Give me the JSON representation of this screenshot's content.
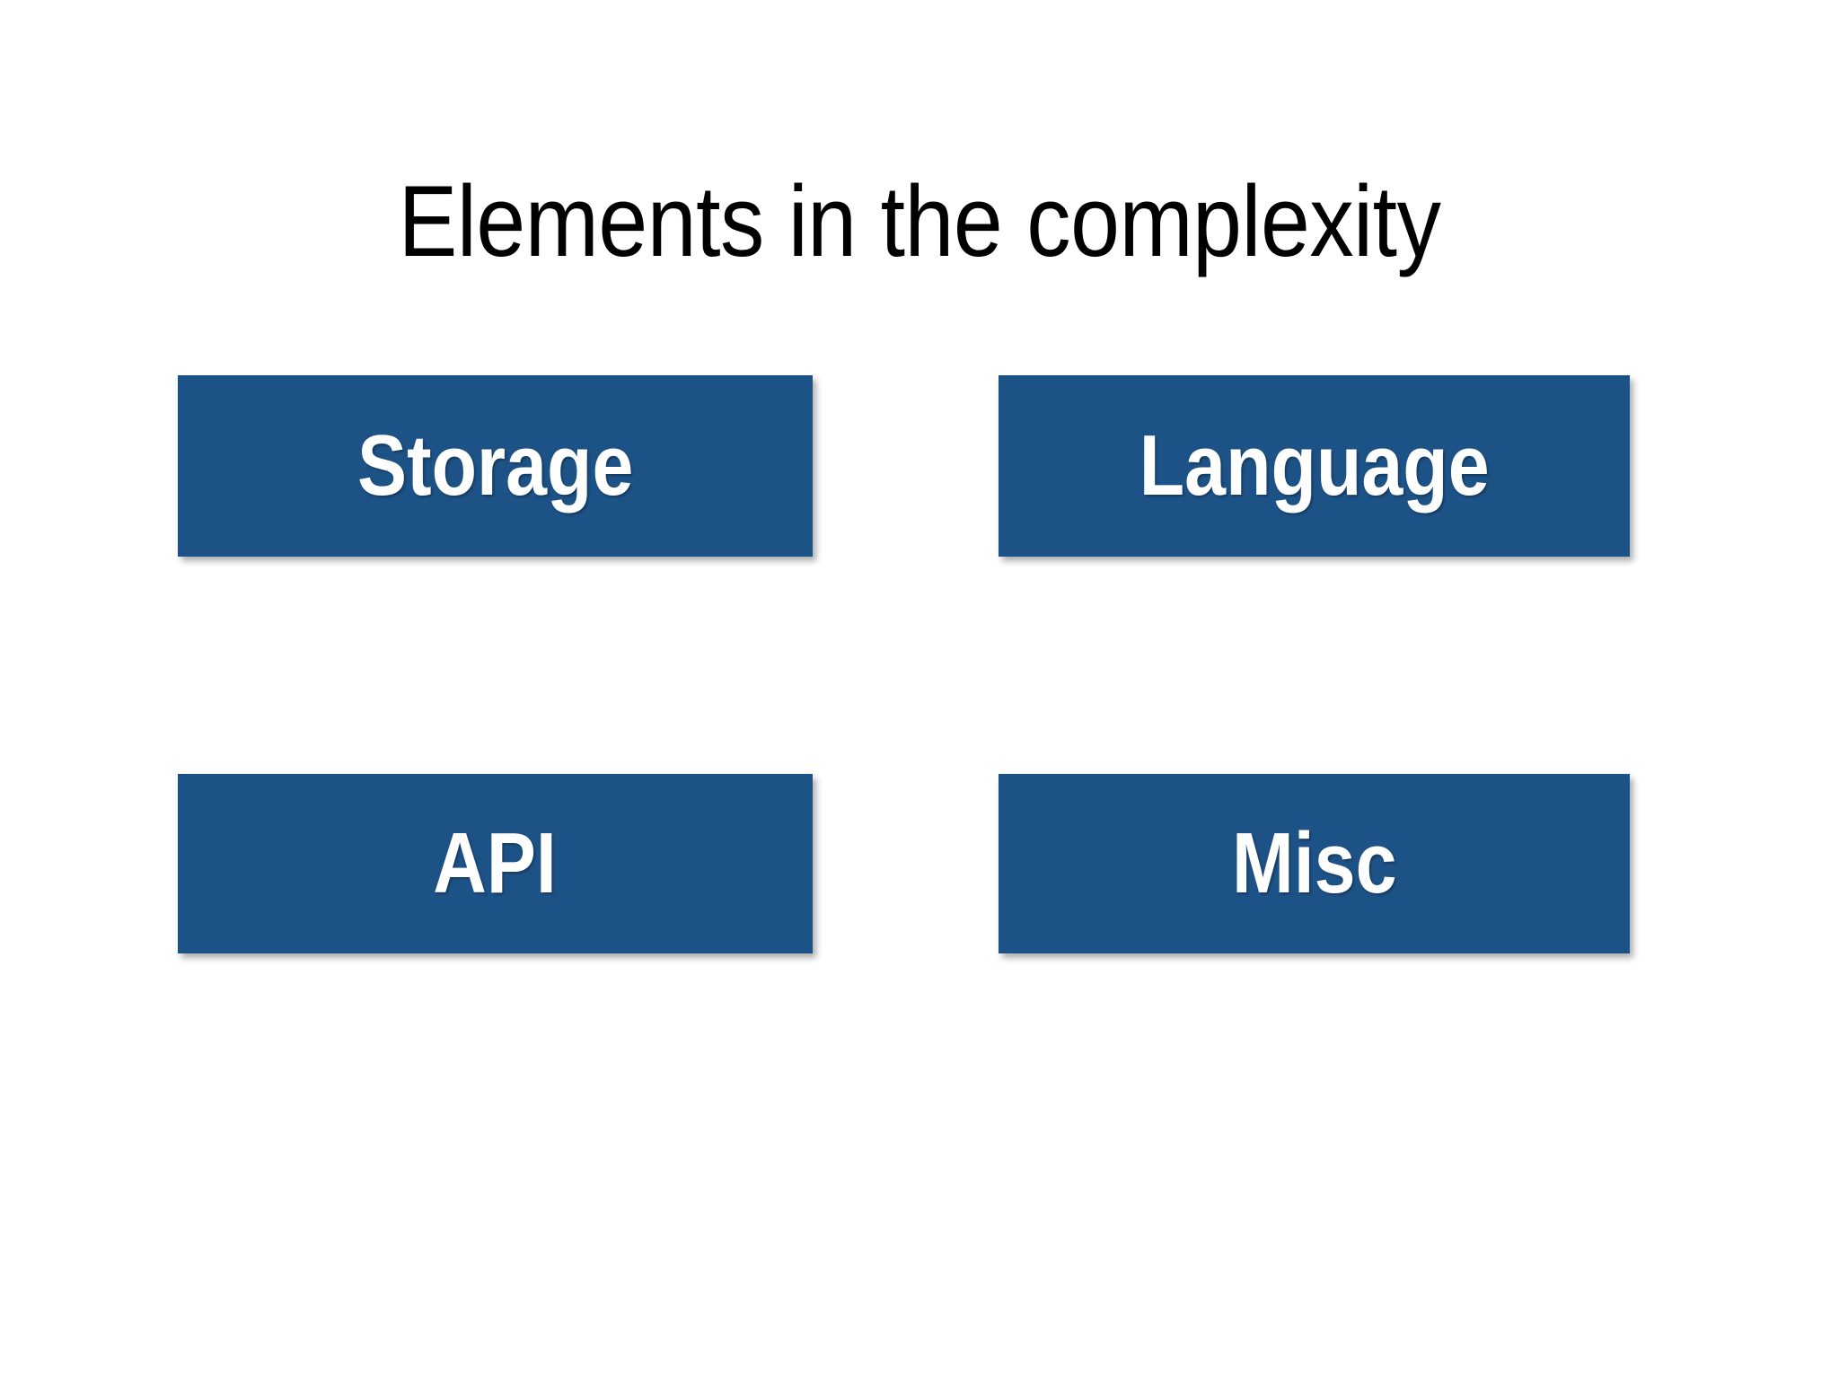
{
  "slide": {
    "background_color": "#ffffff",
    "title": "Elements in the complexity",
    "title_color": "#000000"
  },
  "theme": {
    "box_fill": "#1d5287",
    "box_text_color": "#ffffff",
    "shadow_color": "rgba(0,0,0,0.32)"
  },
  "boxes": [
    {
      "label": "Storage",
      "row": 1,
      "column": 1
    },
    {
      "label": "Language",
      "row": 1,
      "column": 2
    },
    {
      "label": "API",
      "row": 2,
      "column": 1
    },
    {
      "label": "Misc",
      "row": 2,
      "column": 2
    }
  ]
}
